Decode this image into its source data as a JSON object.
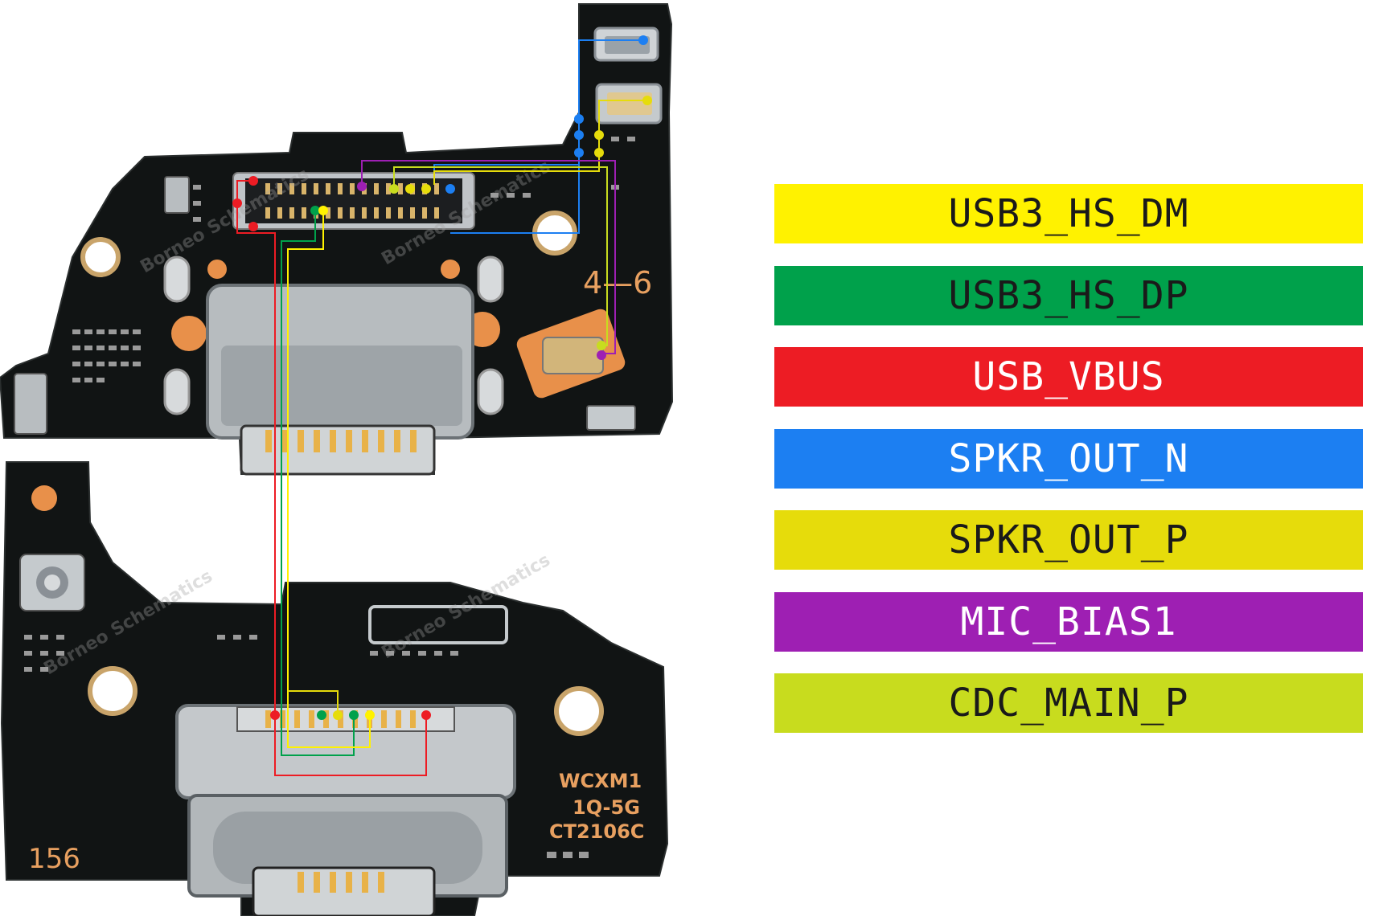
{
  "board": {
    "top_board_number": "4—6",
    "bottom_board_number": "156",
    "chip_line1": "WCXM1",
    "chip_line2": "1Q-5G",
    "chip_line3": "CT2106C",
    "watermark": "Borneo Schematics",
    "flex_labels": [
      "MIC_BIAS1",
      "CDC_MAIN_P",
      "SPKR_OUT_P",
      "SPKR_OUT_N",
      "SPKR_OUT_N",
      "SPKR_OUT_P"
    ]
  },
  "legend": [
    {
      "label": "USB3_HS_DM",
      "color": "#fff200",
      "text_color": "#1a1a1a"
    },
    {
      "label": "USB3_HS_DP",
      "color": "#00a14b",
      "text_color": "#1a1a1a"
    },
    {
      "label": "USB_VBUS",
      "color": "#ed1c24",
      "text_color": "#ffffff"
    },
    {
      "label": "SPKR_OUT_N",
      "color": "#1c7ff2",
      "text_color": "#ffffff"
    },
    {
      "label": "SPKR_OUT_P",
      "color": "#e6dc0b",
      "text_color": "#1a1a1a"
    },
    {
      "label": "MIC_BIAS1",
      "color": "#9e1fb3",
      "text_color": "#ffffff"
    },
    {
      "label": "CDC_MAIN_P",
      "color": "#c8dc1e",
      "text_color": "#1a1a1a"
    }
  ]
}
